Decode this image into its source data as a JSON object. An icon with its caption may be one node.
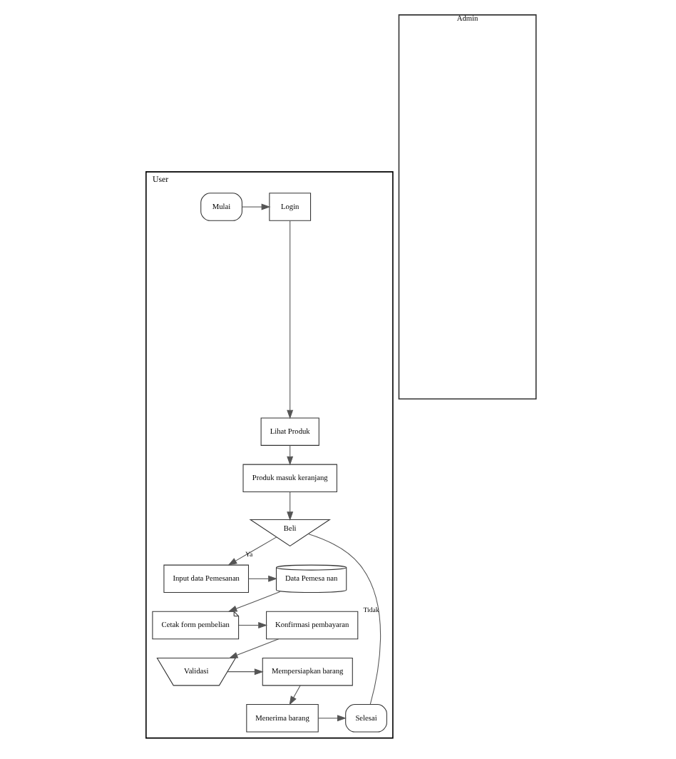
{
  "diagram": {
    "nodes": [
      {
        "text": [
          "User"
        ]
      },
      {
        "text": [
          "Admin"
        ]
      },
      {
        "text": [
          "Mulai"
        ],
        "in": 0
      },
      {
        "text": [
          "Login"
        ],
        "in": 0
      },
      {
        "text": [
          "Lihat Produk"
        ],
        "in": 0
      },
      {
        "text": [
          "Produk masuk keranjang"
        ],
        "in": 0
      },
      {
        "text": [
          "Beli"
        ],
        "in": 0
      },
      {
        "text": [
          "Input data Pemesanan"
        ],
        "in": 0
      },
      {
        "text": [
          "Data Pemesa nan"
        ],
        "in": 0
      },
      {
        "text": [
          "Konfirmasi pembayaran"
        ],
        "in": 0
      },
      {
        "text": [
          "Cetak form pembelian"
        ],
        "in": 0
      },
      {
        "text": [
          "Validasi"
        ],
        "in": 0
      },
      {
        "text": [
          "Mempersiapkan barang"
        ],
        "in": 0
      },
      {
        "text": [
          "Selesai"
        ],
        "in": 0
      },
      {
        "text": [
          "Menerima barang"
        ],
        "in": 0
      }
    ],
    "edges": [
      {
        "from": 2,
        "to": 3,
        "arrow": "to"
      },
      {
        "from": 3,
        "to": 4,
        "arrow": "to"
      },
      {
        "from": 4,
        "to": 5,
        "arrow": "to"
      },
      {
        "from": 5,
        "to": 6,
        "arrow": "to"
      },
      {
        "from": 6,
        "to": 13,
        "arrow": "none",
        "label": "Tidak"
      },
      {
        "from": 6,
        "to": 7,
        "arrow": "to",
        "label": "Ya"
      },
      {
        "from": 7,
        "to": 8,
        "arrow": "to"
      },
      {
        "from": 8,
        "to": 10,
        "arrow": "to"
      },
      {
        "from": 10,
        "to": 9,
        "arrow": "to"
      },
      {
        "from": 9,
        "to": 11,
        "arrow": "to"
      },
      {
        "from": 11,
        "to": 12,
        "arrow": "to"
      },
      {
        "from": 12,
        "to": 14,
        "arrow": "to"
      },
      {
        "from": 14,
        "to": 13,
        "arrow": "to"
      }
    ]
  }
}
